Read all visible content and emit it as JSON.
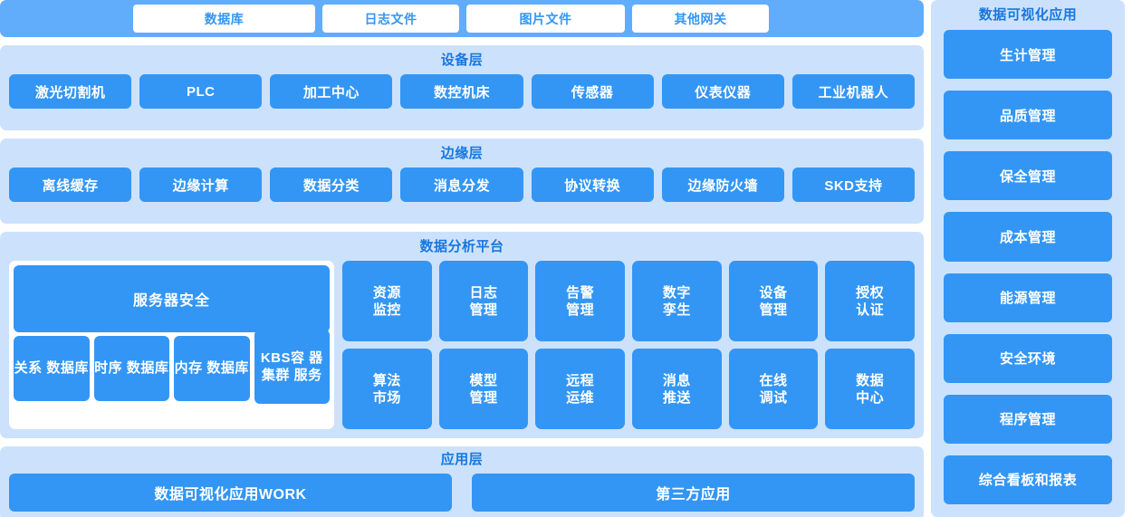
{
  "gateway_band": {
    "accent_color": "#62acfc",
    "buttons": [
      {
        "label": "数据库"
      },
      {
        "label": "日志文件"
      },
      {
        "label": "图片文件"
      },
      {
        "label": "其他网关"
      }
    ]
  },
  "device_layer": {
    "title": "设备层",
    "items": [
      {
        "label": "激光切割机"
      },
      {
        "label": "PLC"
      },
      {
        "label": "加工中心"
      },
      {
        "label": "数控机床"
      },
      {
        "label": "传感器"
      },
      {
        "label": "仪表仪器"
      },
      {
        "label": "工业机器人"
      }
    ]
  },
  "edge_layer": {
    "title": "边缘层",
    "items": [
      {
        "label": "离线缓存"
      },
      {
        "label": "边缘计算"
      },
      {
        "label": "数据分类"
      },
      {
        "label": "消息分发"
      },
      {
        "label": "协议转换"
      },
      {
        "label": "边缘防火墙"
      },
      {
        "label": "SKD支持"
      }
    ]
  },
  "platform": {
    "title": "数据分析平台",
    "server_security": "服务器安全",
    "databases": [
      {
        "label": "关系\n数据库"
      },
      {
        "label": "时序\n数据库"
      },
      {
        "label": "内存\n数据库"
      },
      {
        "label": "KBS容\n器集群\n服务"
      }
    ],
    "modules": [
      {
        "label": "资源\n监控"
      },
      {
        "label": "日志\n管理"
      },
      {
        "label": "告警\n管理"
      },
      {
        "label": "数字\n孪生"
      },
      {
        "label": "设备\n管理"
      },
      {
        "label": "授权\n认证"
      },
      {
        "label": "算法\n市场"
      },
      {
        "label": "模型\n管理"
      },
      {
        "label": "远程\n运维"
      },
      {
        "label": "消息\n推送"
      },
      {
        "label": "在线\n调试"
      },
      {
        "label": "数据\n中心"
      }
    ]
  },
  "application_layer": {
    "title": "应用层",
    "items": [
      {
        "label": "数据可视化应用WORK"
      },
      {
        "label": "第三方应用"
      }
    ]
  },
  "sidebar": {
    "title": "数据可视化应用",
    "items": [
      {
        "label": "生计管理"
      },
      {
        "label": "品质管理"
      },
      {
        "label": "保全管理"
      },
      {
        "label": "成本管理"
      },
      {
        "label": "能源管理"
      },
      {
        "label": "安全环境"
      },
      {
        "label": "程序管理"
      },
      {
        "label": "综合看板和报表"
      }
    ]
  },
  "theme": {
    "panel_bg": "#cce2fc",
    "chip_blue": "#3396f5",
    "band_blue": "#62acfc",
    "title_blue": "#1877e0",
    "white": "#ffffff"
  }
}
